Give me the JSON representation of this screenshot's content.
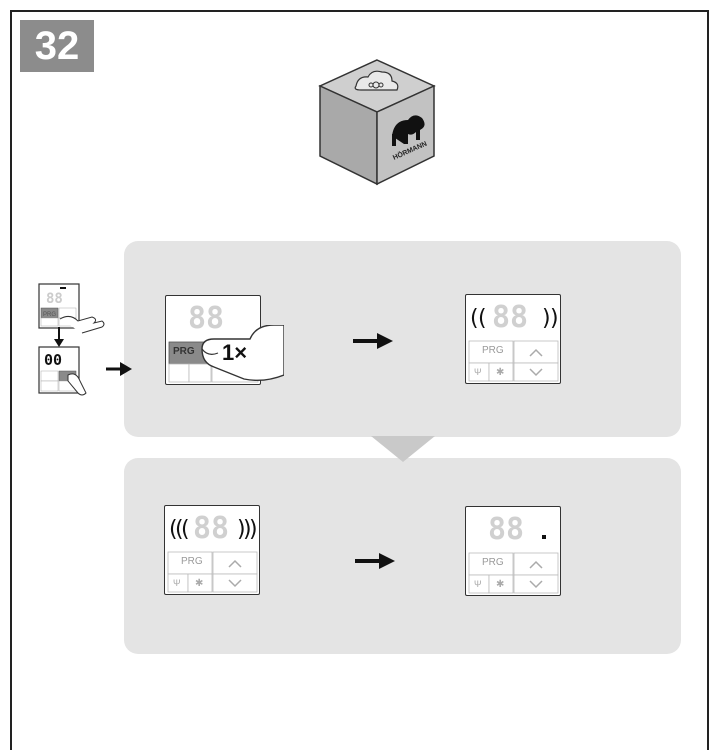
{
  "step": {
    "number": "32"
  },
  "gateway": {
    "brand": "HÖRMANN"
  },
  "devices": {
    "button_label": "PRG"
  },
  "press": {
    "count_label": "1×"
  },
  "inset": {
    "top_display": "88",
    "bottom_display": "00",
    "button_label": "PRG"
  },
  "colors": {
    "panel": "#e4e4e4",
    "badge": "#8c8c8c",
    "segment_on": "#111111",
    "segment_off": "#d0d0d0",
    "button_active": "#8a8a8a"
  }
}
